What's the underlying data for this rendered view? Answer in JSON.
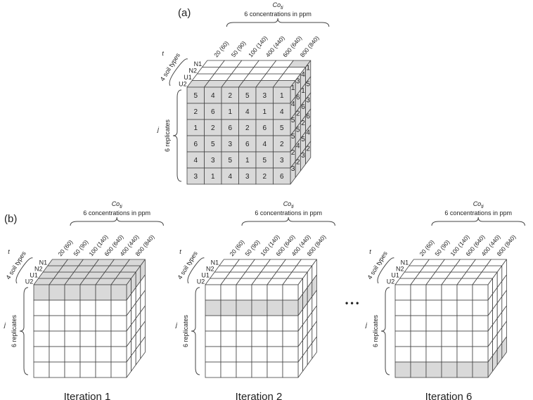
{
  "panel_a": {
    "label": "(a)",
    "conc_symbol": "Co",
    "conc_sub": "ti",
    "conc_title": "6 concentrations in ppm",
    "conc_ticks": [
      "20 (60)",
      "50 (90)",
      "100 (140)",
      "400 (440)",
      "600 (640)",
      "800 (840)"
    ],
    "t_label": "t",
    "soil_title": "4 soil types",
    "soil_labels": [
      "N1",
      "N2",
      "U1",
      "U2"
    ],
    "j_label": "j",
    "rep_title": "6 replicates",
    "front_grid": [
      [
        "5",
        "4",
        "2",
        "5",
        "3",
        "1"
      ],
      [
        "2",
        "6",
        "1",
        "4",
        "1",
        "4"
      ],
      [
        "1",
        "2",
        "6",
        "2",
        "6",
        "5"
      ],
      [
        "6",
        "5",
        "3",
        "6",
        "4",
        "2"
      ],
      [
        "4",
        "3",
        "5",
        "1",
        "5",
        "3"
      ],
      [
        "3",
        "1",
        "4",
        "3",
        "2",
        "6"
      ]
    ],
    "side_grid": [
      [
        "1",
        "3",
        "4",
        "1"
      ],
      [
        "4",
        "6",
        "1",
        "5"
      ],
      [
        "5",
        "2",
        "6",
        "3"
      ],
      [
        "5",
        "5",
        "2",
        "6"
      ],
      [
        "2",
        "4",
        "5",
        "4"
      ],
      [
        "3",
        "2",
        "3",
        "2"
      ],
      [
        "6",
        "1",
        "2",
        "3"
      ]
    ]
  },
  "panel_b": {
    "label": "(b)",
    "ellipsis": "• • •",
    "iterations": [
      {
        "name": "Iteration 1",
        "conc_symbol": "Co",
        "conc_sub": "ti",
        "conc_title": "6 concentrations in ppm",
        "conc_ticks": [
          "20 (60)",
          "50 (90)",
          "100 (140)",
          "600 (640)",
          "400 (440)",
          "800 (840)"
        ],
        "t_label": "t",
        "soil_title": "4 soil types",
        "soil_labels": [
          "N1",
          "N2",
          "U1",
          "U2"
        ],
        "j_label": "j",
        "rep_title": "6 replicates",
        "highlight": "top"
      },
      {
        "name": "Iteration 2",
        "conc_symbol": "Co",
        "conc_sub": "ti",
        "conc_title": "6 concentrations in ppm",
        "conc_ticks": [
          "20 (60)",
          "50 (90)",
          "100 (140)",
          "600 (640)",
          "400 (440)",
          "800 (840)"
        ],
        "t_label": "t",
        "soil_title": "4 soil types",
        "soil_labels": [
          "N1",
          "N2",
          "U1",
          "U2"
        ],
        "j_label": "j",
        "rep_title": "6 replicates",
        "highlight": "row2"
      },
      {
        "name": "Iteration 6",
        "conc_symbol": "Co",
        "conc_sub": "ti",
        "conc_title": "6 concentrations in ppm",
        "conc_ticks": [
          "20 (60)",
          "50 (90)",
          "100 (140)",
          "600 (640)",
          "400 (440)",
          "800 (840)"
        ],
        "t_label": "t",
        "soil_title": "4 soil types",
        "soil_labels": [
          "N1",
          "N2",
          "U1",
          "U2"
        ],
        "j_label": "j",
        "rep_title": "6 replicates",
        "highlight": "bottom"
      }
    ]
  },
  "colors": {
    "fill_gray": "#d9d9d9",
    "line": "#444444",
    "white": "#ffffff"
  }
}
